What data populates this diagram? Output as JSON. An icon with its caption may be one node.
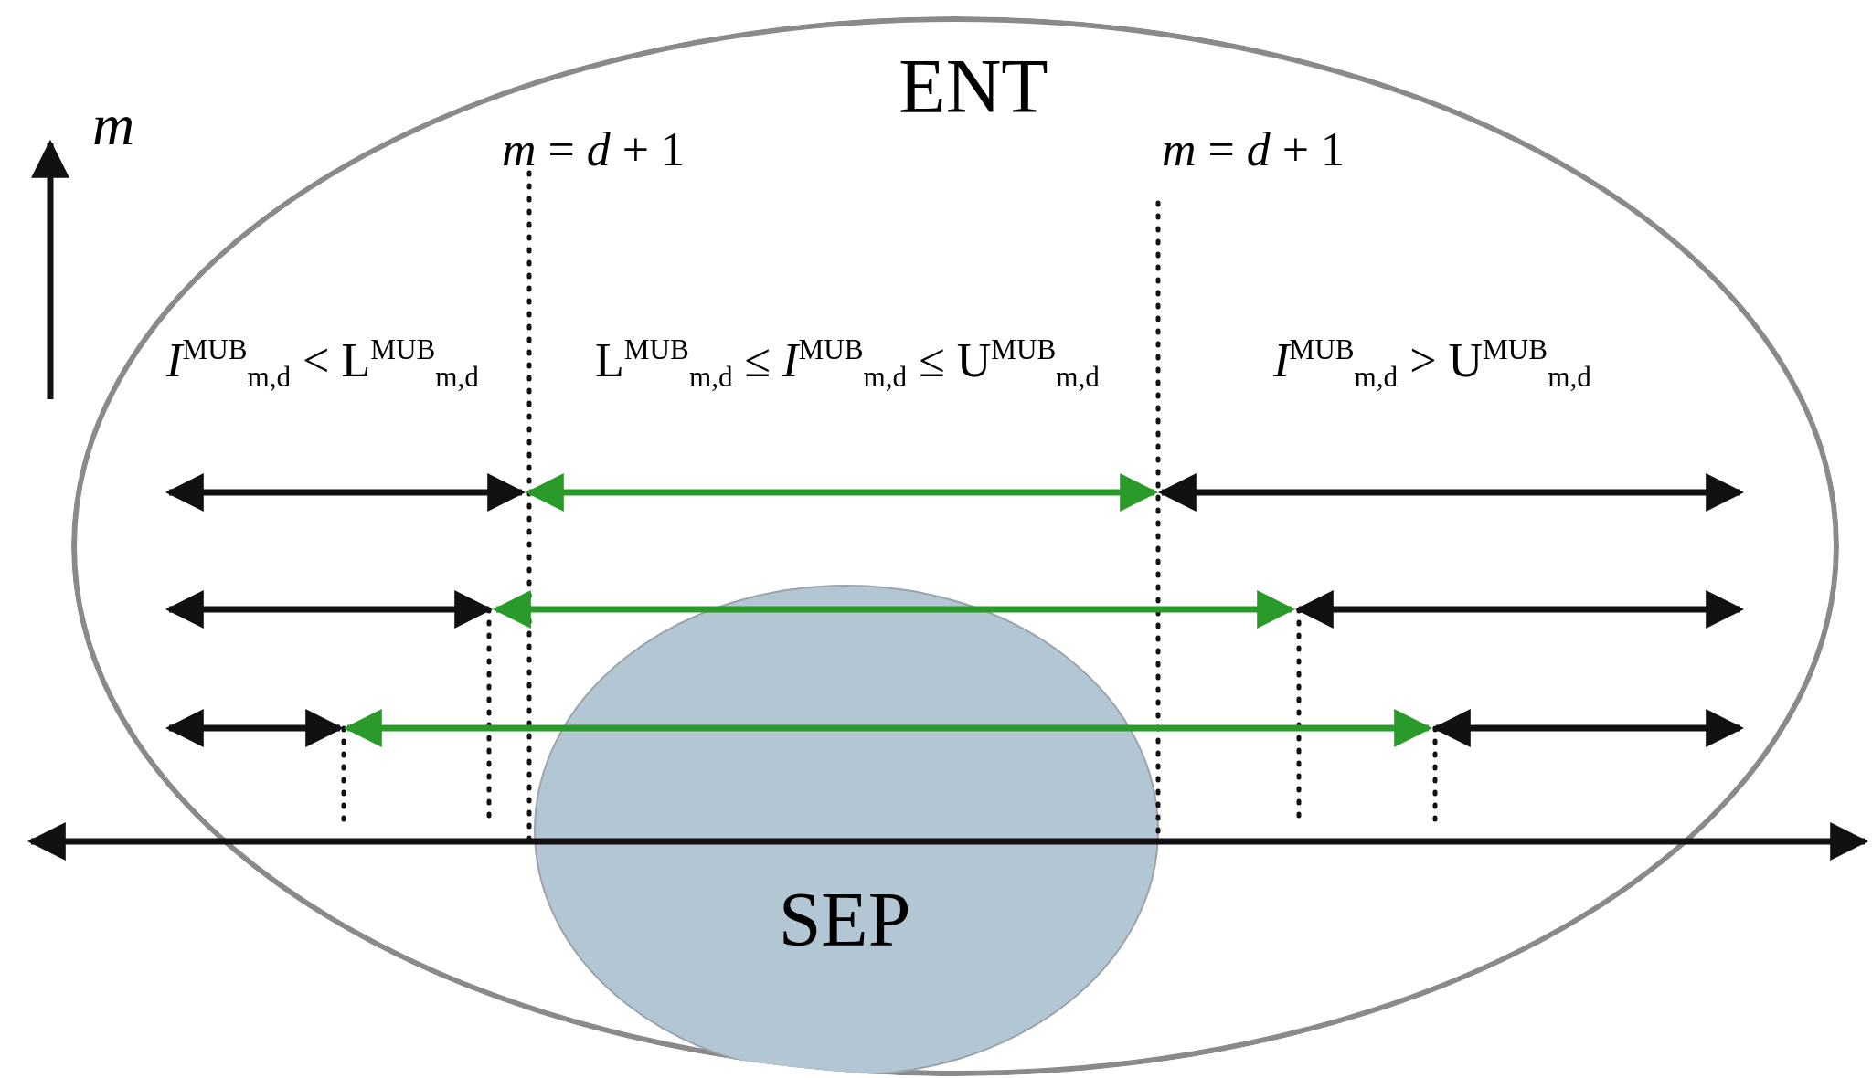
{
  "diagram": {
    "nodes": [
      {
        "text": [
          "ENT"
        ]
      },
      {
        "text": [
          "SEP"
        ],
        "in": 0
      }
    ],
    "edges": [],
    "labels": [
      "*m*",
      "*m* = *d* + 1",
      "*m* = *d* + 1",
      "*I*$^{MUB}$$_{m,d}$ < L$^{MUB}$$_{m,d}$",
      "L$^{MUB}$$_{m,d}$ ≤ *I*$^{MUB}$$_{m,d}$ ≤ U$^{MUB}$$_{m,d}$",
      "*I*$^{MUB}$$_{m,d}$ > U$^{MUB}$$_{m,d}$"
    ]
  }
}
